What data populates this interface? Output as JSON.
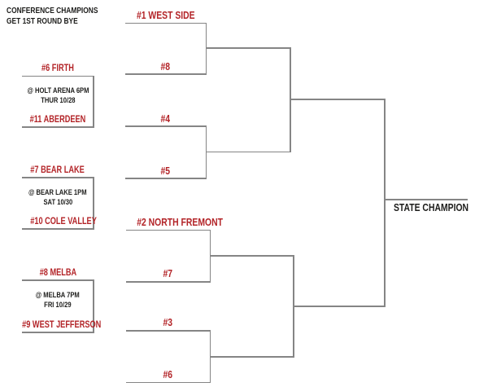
{
  "header_note": {
    "line1": "CONFERENCE CHAMPIONS",
    "line2": "GET 1ST ROUND BYE"
  },
  "bracket": {
    "round1_games": [
      {
        "top_team": "#6 FIRTH",
        "bottom_team": "#11 ABERDEEN",
        "venue": "@ HOLT ARENA 6PM",
        "date": "THUR 10/28"
      },
      {
        "top_team": "#7 BEAR LAKE",
        "bottom_team": "#10 COLE VALLEY",
        "venue": "@ BEAR LAKE 1PM",
        "date": "SAT 10/30"
      },
      {
        "top_team": "#8 MELBA",
        "bottom_team": "#9 WEST JEFFERSON",
        "venue": "@ MELBA 7PM",
        "date": "FRI 10/29"
      }
    ],
    "quarterfinal_games": [
      {
        "top_team": "#1 WEST SIDE",
        "bottom_team": "#8"
      },
      {
        "top_team": "#4",
        "bottom_team": "#5"
      },
      {
        "top_team": "#2 NORTH FREMONT",
        "bottom_team": "#7"
      },
      {
        "top_team": "#3",
        "bottom_team": "#6"
      }
    ],
    "final_label": "STATE CHAMPION"
  },
  "colors": {
    "team_red": "#b32428",
    "text_black": "#1d1d1b",
    "line_gray": "#858585"
  }
}
